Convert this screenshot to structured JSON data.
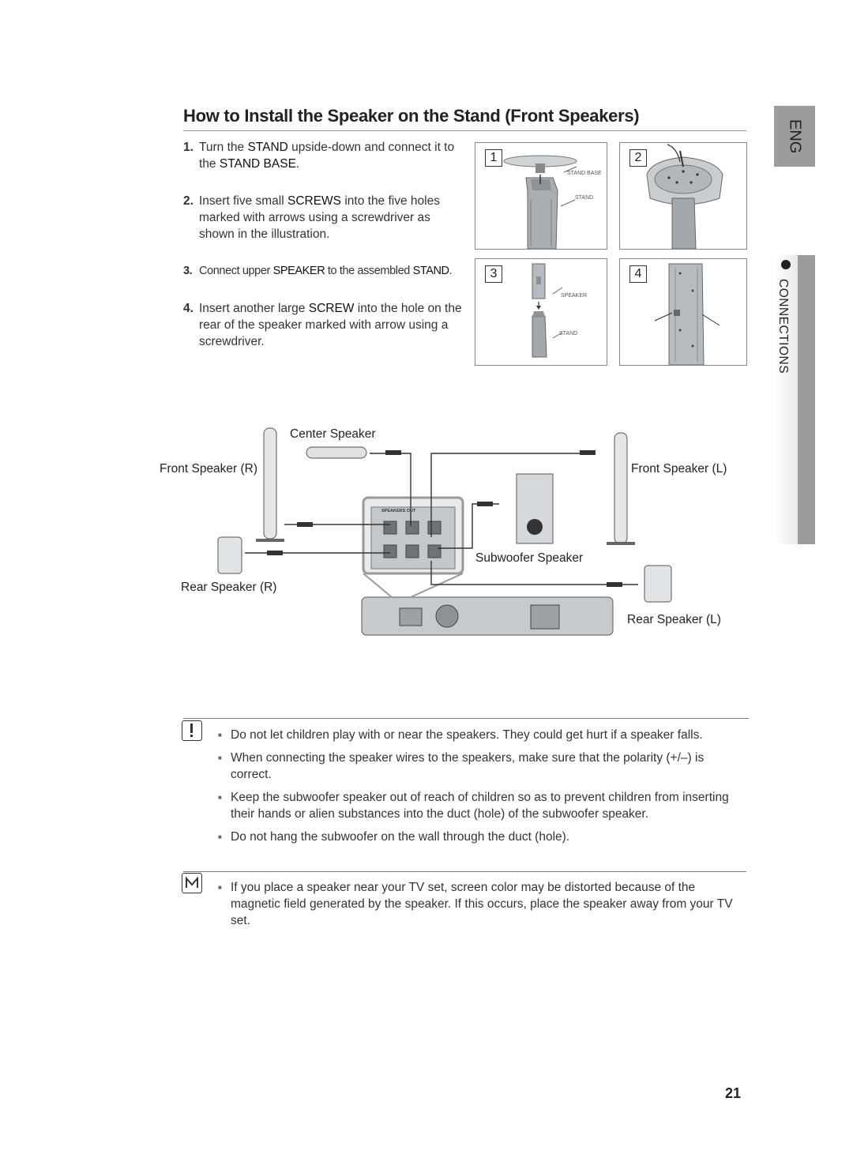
{
  "header": {
    "title": "How to Install the Speaker on the Stand (Front Speakers)"
  },
  "sidebar": {
    "lang_tab": "ENG",
    "section_tab": "CONNECTIONS"
  },
  "steps": [
    {
      "num": "1.",
      "parts": [
        "Turn the ",
        "STAND",
        " upside-down and connect it to the ",
        "STAND BASE",
        "."
      ]
    },
    {
      "num": "2.",
      "parts": [
        "Insert five small ",
        "SCREWS",
        " into the five holes marked with arrows using a screwdriver as shown in the illustration."
      ]
    },
    {
      "num": "3.",
      "parts": [
        "Connect upper ",
        "SPEAKER",
        " to the assembled ",
        "STAND",
        "."
      ]
    },
    {
      "num": "4.",
      "parts": [
        "Insert another large ",
        "SCREW",
        " into the hole on the rear of the speaker marked with arrow using a screwdriver."
      ]
    }
  ],
  "illustrations": {
    "panel_numbers": [
      "1",
      "2",
      "3",
      "4"
    ],
    "labels": {
      "stand_base": "STAND BASE",
      "stand": "STAND",
      "speaker": "SPEAKER"
    }
  },
  "diagram": {
    "center_speaker": "Center Speaker",
    "front_speaker_r": "Front Speaker (R)",
    "front_speaker_l": "Front Speaker (L)",
    "subwoofer_speaker": "Subwoofer Speaker",
    "rear_speaker_r": "Rear Speaker (R)",
    "rear_speaker_l": "Rear Speaker (L)",
    "speakers_out": "SPEAKERS OUT"
  },
  "cautions": [
    "Do not let children play with or near the speakers. They could get hurt if a speaker falls.",
    "When connecting the speaker wires to the speakers, make sure that the polarity (+/–) is correct.",
    "Keep the subwoofer speaker out of reach of children so as to prevent children from inserting their hands or alien substances into the duct (hole) of the subwoofer speaker.",
    "Do not hang the subwoofer on the wall through the duct (hole)."
  ],
  "notes": [
    "If you place a speaker near your TV set, screen color may be distorted because of the magnetic field generated by the speaker. If this occurs, place the speaker away from your TV set."
  ],
  "footer": {
    "page_number": "21"
  }
}
